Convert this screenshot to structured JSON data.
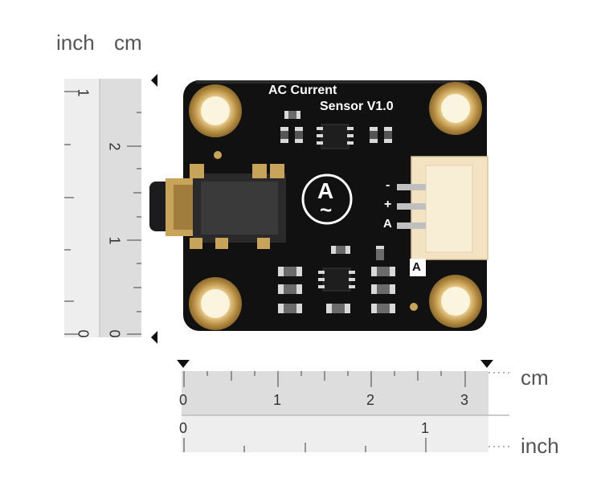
{
  "rulers": {
    "top_left": {
      "inch_label": "inch",
      "cm_label": "cm"
    },
    "bottom_right": {
      "cm_label": "cm",
      "inch_label": "inch"
    },
    "vertical_inch_numbers": [
      "1",
      "0"
    ],
    "vertical_cm_numbers": [
      "2",
      "1",
      "0"
    ],
    "horizontal_cm_numbers": [
      "0",
      "1",
      "2",
      "3"
    ],
    "horizontal_inch_numbers": [
      "0",
      "1"
    ]
  },
  "board": {
    "title_line1": "AC Current",
    "title_line2": "Sensor V1.0",
    "logo_letter": "A",
    "logo_symbol": "~",
    "pin_minus": "-",
    "pin_plus": "+",
    "pin_a": "A",
    "connector_tag": "A",
    "colors": {
      "pcb": "#111111",
      "pad": "#c8a45a",
      "silkscreen": "#ffffff",
      "connector": "#f3e3c2"
    }
  }
}
